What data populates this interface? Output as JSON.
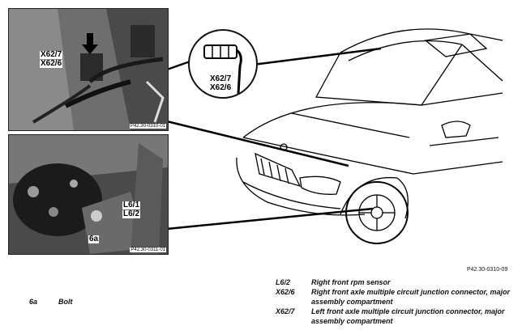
{
  "photo_top": {
    "labels": [
      "X62/7",
      "X62/6"
    ],
    "ref": "P42.30-0310-01"
  },
  "photo_bottom": {
    "labels": [
      "L6/1",
      "L6/2",
      "6a"
    ],
    "ref": "P42.30-0311-01"
  },
  "detail_circle": {
    "labels": [
      "X62/7",
      "X62/6"
    ]
  },
  "figure_ref": "P42.30-0310-09",
  "legend": [
    {
      "code": "L6/2",
      "text": "Right front rpm sensor"
    },
    {
      "code": "X62/6",
      "text": "Right front axle multiple circuit junction connector, major assembly compartment"
    },
    {
      "code": "X62/7",
      "text": "Left front axle multiple circuit junction connector, major assembly compartment"
    }
  ],
  "legend_left": {
    "code": "6a",
    "text": "Bolt"
  }
}
